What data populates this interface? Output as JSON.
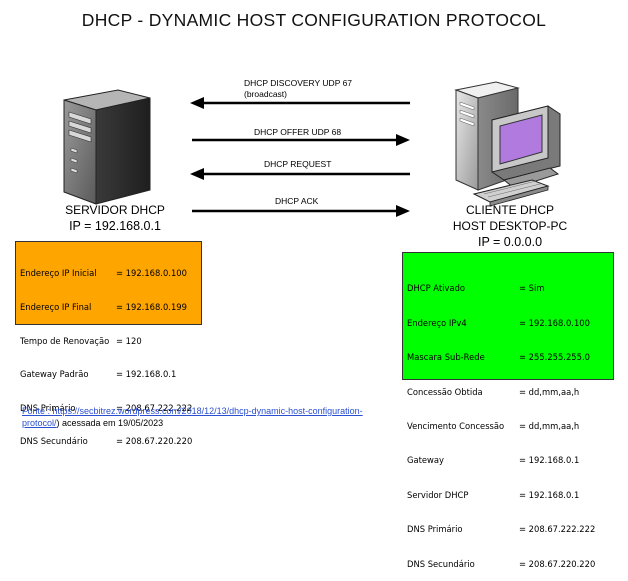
{
  "title": "DHCP - DYNAMIC HOST CONFIGURATION PROTOCOL",
  "messages": [
    {
      "label_line1": "DHCP DISCOVERY UDP 67",
      "label_line2": "(broadcast)",
      "direction": "left"
    },
    {
      "label_line1": "DHCP OFFER UDP 68",
      "label_line2": "",
      "direction": "right"
    },
    {
      "label_line1": "DHCP REQUEST",
      "label_line2": "",
      "direction": "left"
    },
    {
      "label_line1": "DHCP ACK",
      "label_line2": "",
      "direction": "right"
    }
  ],
  "server": {
    "name": "SERVIDOR DHCP",
    "ip": "IP = 192.168.0.1",
    "info": [
      {
        "key": "Endereço IP Inicial",
        "value": "= 192.168.0.100"
      },
      {
        "key": "Endereço IP Final",
        "value": "= 192.168.0.199"
      },
      {
        "key": "Tempo de Renovação",
        "value": "= 120"
      },
      {
        "key": "Gateway Padrão",
        "value": "= 192.168.0.1"
      },
      {
        "key": "DNS Primário",
        "value": "= 208.67.222.222"
      },
      {
        "key": "DNS Secundário",
        "value": "= 208.67.220.220"
      }
    ]
  },
  "client": {
    "name": "CLIENTE DHCP",
    "host": "HOST DESKTOP-PC",
    "ip": "IP = 0.0.0.0",
    "info": [
      {
        "key": "DHCP Ativado",
        "value": "= Sim"
      },
      {
        "key": "Endereço IPv4",
        "value": "= 192.168.0.100"
      },
      {
        "key": "Mascara Sub-Rede",
        "value": "= 255.255.255.0"
      },
      {
        "key": "Concessão Obtida",
        "value": "= dd,mm,aa,h"
      },
      {
        "key": "Vencimento Concessão",
        "value": "= dd,mm,aa,h"
      },
      {
        "key": "Gateway",
        "value": "= 192.168.0.1"
      },
      {
        "key": "Servidor DHCP",
        "value": "= 192.168.0.1"
      },
      {
        "key": "DNS Primário",
        "value": "= 208.67.222.222"
      },
      {
        "key": "DNS Secundário",
        "value": "= 208.67.220.220"
      }
    ]
  },
  "source": {
    "prefix": "Fonte : ",
    "link_line1": "https://secbitrez.wordpress.com/2018/12/13/dhcp-dynamic-host-configuration-",
    "link_line2": "protocol/",
    "suffix": ") acessada em 19/05/2023"
  },
  "colors": {
    "server_box": "#ffa500",
    "client_box": "#00ff00",
    "link": "#2a4fd0",
    "monitor_screen": "#b07adf"
  }
}
